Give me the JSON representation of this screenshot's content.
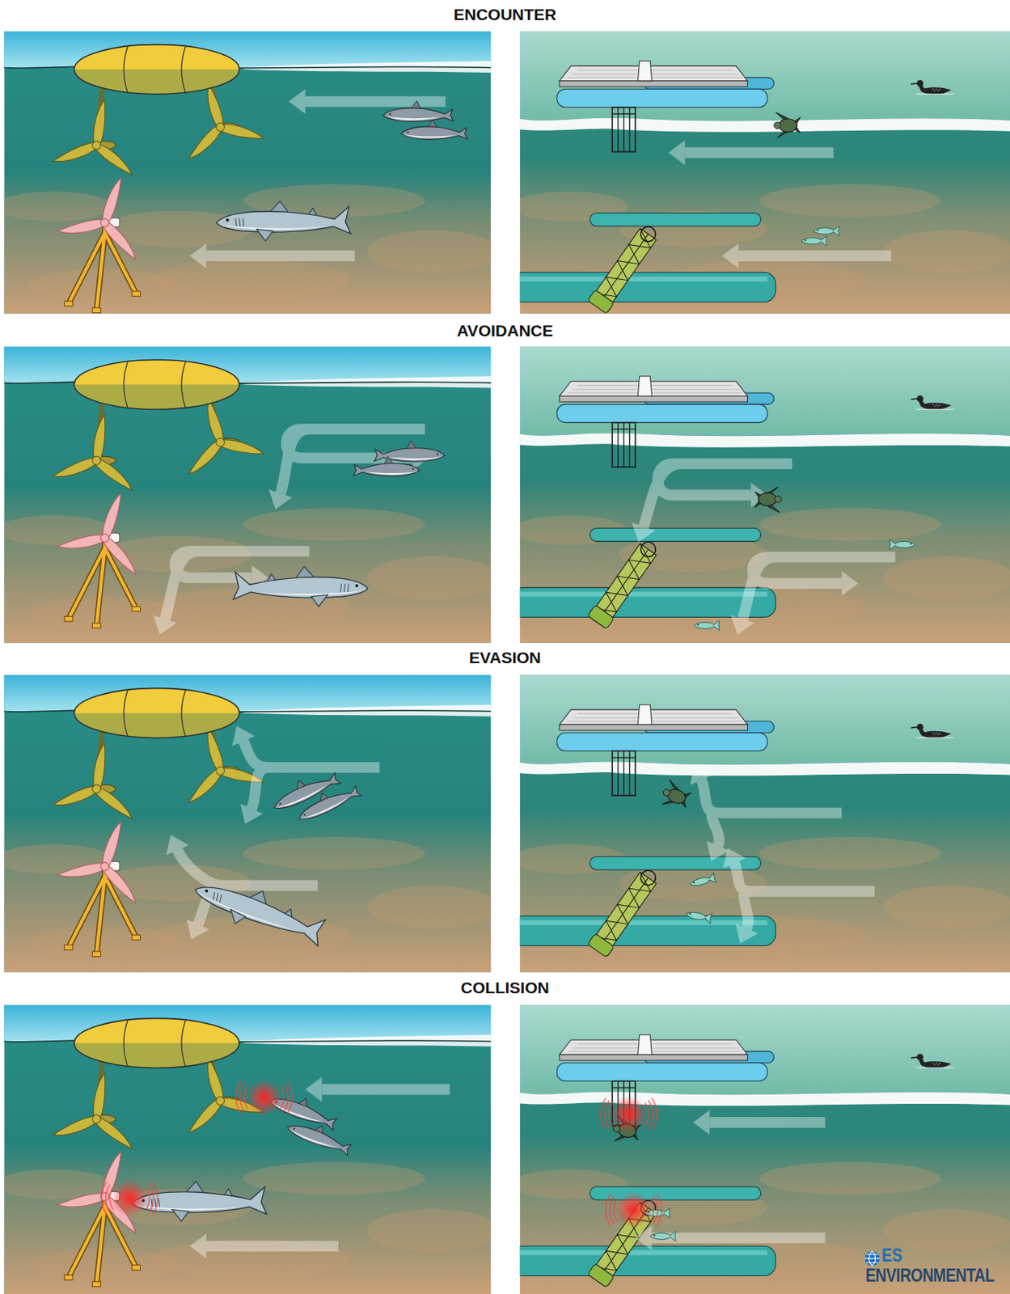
{
  "diagram": {
    "labels": [
      "ENCOUNTER",
      "AVOIDANCE",
      "EVASION",
      "COLLISION",
      "ES",
      "ENVIRONMENTAL"
    ]
  }
}
